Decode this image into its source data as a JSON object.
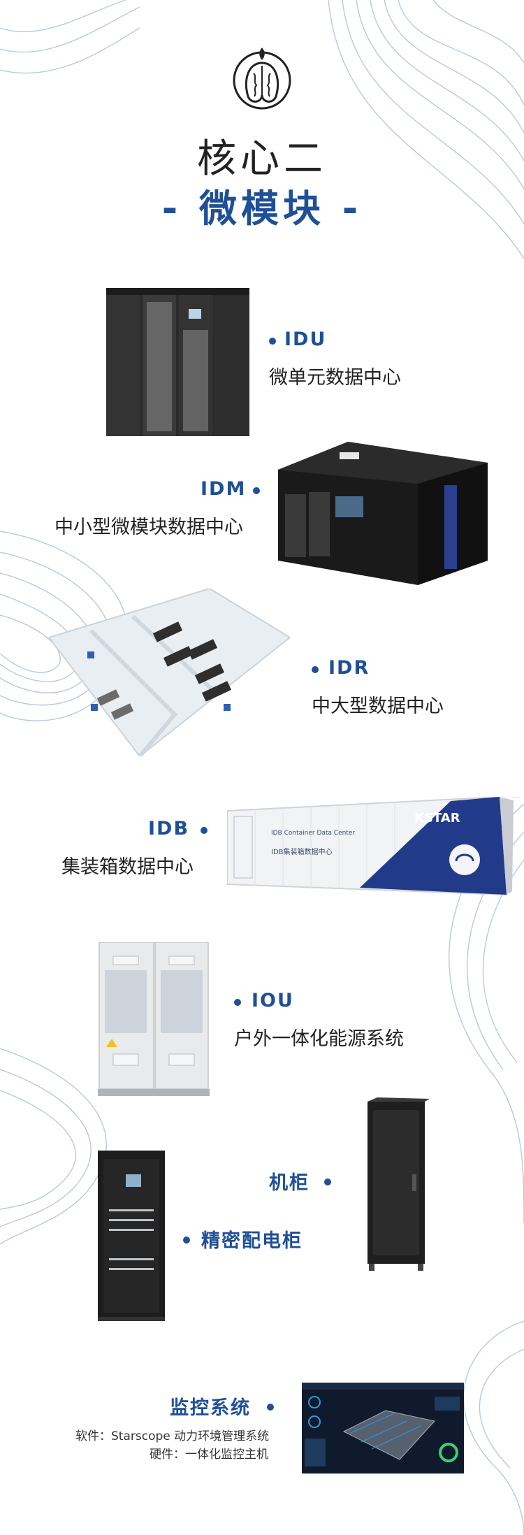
{
  "header": {
    "logo_icon": "walnut-icon",
    "title": "核心二",
    "subtitle": "- 微模块 -"
  },
  "products": [
    {
      "code": "IDU",
      "desc": "微单元数据中心"
    },
    {
      "code": "IDM",
      "desc": "中小型微模块数据中心"
    },
    {
      "code": "IDR",
      "desc": "中大型数据中心"
    },
    {
      "code": "IDB",
      "desc": "集装箱数据中心"
    },
    {
      "code": "IOU",
      "desc": "户外一体化能源系统"
    }
  ],
  "cabinet": {
    "label": "机柜"
  },
  "pdu": {
    "label": "精密配电柜"
  },
  "monitor": {
    "label": "监控系统",
    "software": "软件：Starscope 动力环境管理系统",
    "hardware": "硬件：一体化监控主机"
  },
  "container_text": {
    "brand": "KSTAR",
    "line1": "IDB Container Data Center",
    "line2": "IDB集装箱数据中心"
  },
  "colors": {
    "accent": "#1f4f96",
    "text": "#222222",
    "deco": "#b9c9de"
  }
}
